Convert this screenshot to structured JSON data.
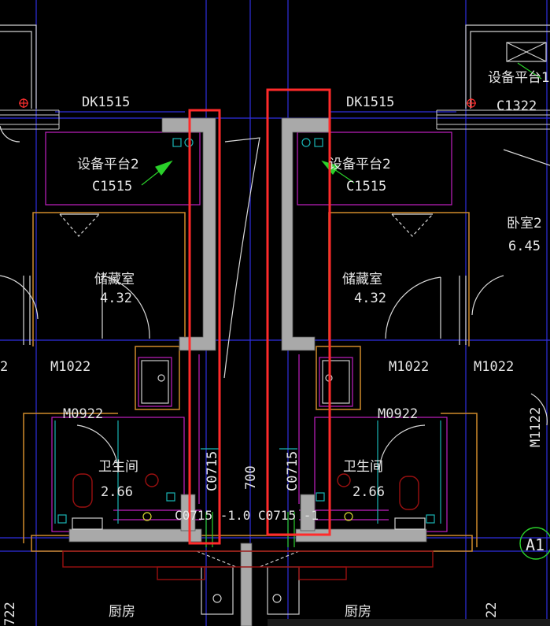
{
  "labels": {
    "dk_left": "DK1515",
    "dk_right": "DK1515",
    "platform1": "设备平台1",
    "c1322": "C1322",
    "platform2_left": "设备平台2",
    "c1515_left": "C1515",
    "platform2_right": "设备平台2",
    "c1515_right": "C1515",
    "bedroom2": "卧室2",
    "bedroom2_area": "6.45",
    "storage_left": "储藏室",
    "storage_left_area": "4.32",
    "storage_right": "储藏室",
    "storage_right_area": "4.32",
    "m1022_left": "M1022",
    "m1022_mid": "M1022",
    "m1022_right": "M1022",
    "edge_num_left": "2",
    "m0922_left": "M0922",
    "m0922_right": "M0922",
    "m1122": "M1122",
    "bath_left": "卫生间",
    "bath_left_area": "2.66",
    "bath_right": "卫生间",
    "bath_right_area": "2.66",
    "c0715_left": "C0715",
    "c0715_right": "C0715",
    "dim_center": "700",
    "sill_text": "C0715 -1.0 C0715 -1",
    "kitchen_left": "厨房",
    "kitchen_right": "厨房",
    "edge_left_bottom": "722",
    "edge_right_bottom": "22",
    "axis_a1": "A1"
  },
  "colors": {
    "background": "#000000",
    "axis_blue": "#2f2fe0",
    "wall_gray": "#a9a9a9",
    "door_white": "#d9d9d9",
    "frame_orange": "#d08a2a",
    "magenta": "#c020c0",
    "cyan": "#19b4b4",
    "green": "#2ad02a",
    "highlight_red": "#ff2a2a",
    "dark_red": "#9a1010"
  }
}
